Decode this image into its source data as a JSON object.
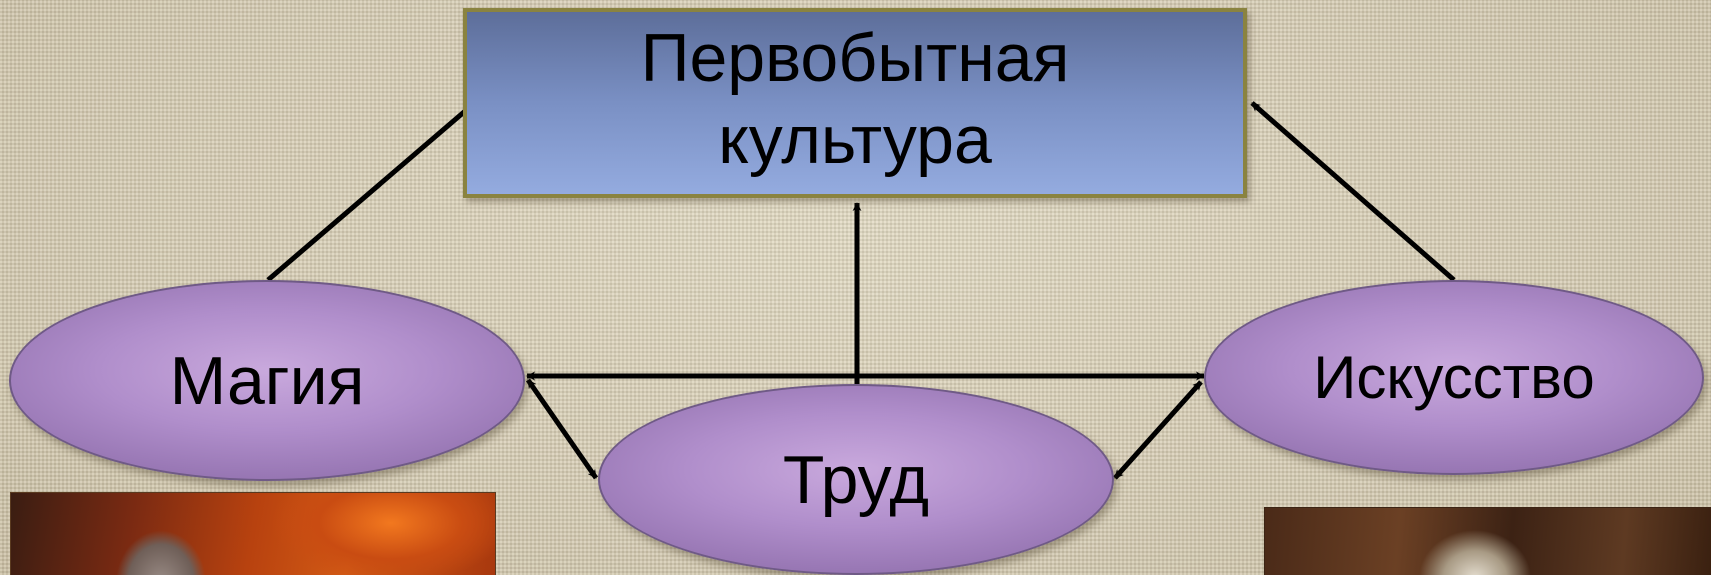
{
  "diagram": {
    "root": {
      "label": "Первобытная\nкультура"
    },
    "nodes": {
      "magic": {
        "label": "Магия"
      },
      "art": {
        "label": "Искусство"
      },
      "labor": {
        "label": "Труд"
      }
    },
    "edges": [
      {
        "from": "magic",
        "to": "root",
        "type": "arrow"
      },
      {
        "from": "art",
        "to": "root",
        "type": "arrow"
      },
      {
        "from": "labor",
        "to": "root",
        "type": "arrow"
      },
      {
        "from": "magic",
        "to": "art",
        "type": "double-arrow"
      },
      {
        "from": "magic",
        "to": "labor",
        "type": "double-arrow"
      },
      {
        "from": "labor",
        "to": "art",
        "type": "double-arrow"
      }
    ],
    "colors": {
      "root_fill": "#7a90c4",
      "root_border": "#8a8340",
      "node_fill": "#b08ecb",
      "arrow": "#000000"
    }
  },
  "photos": {
    "left": {
      "icon": "cave-painting-photo"
    },
    "right": {
      "icon": "cave-painting-photo"
    }
  }
}
